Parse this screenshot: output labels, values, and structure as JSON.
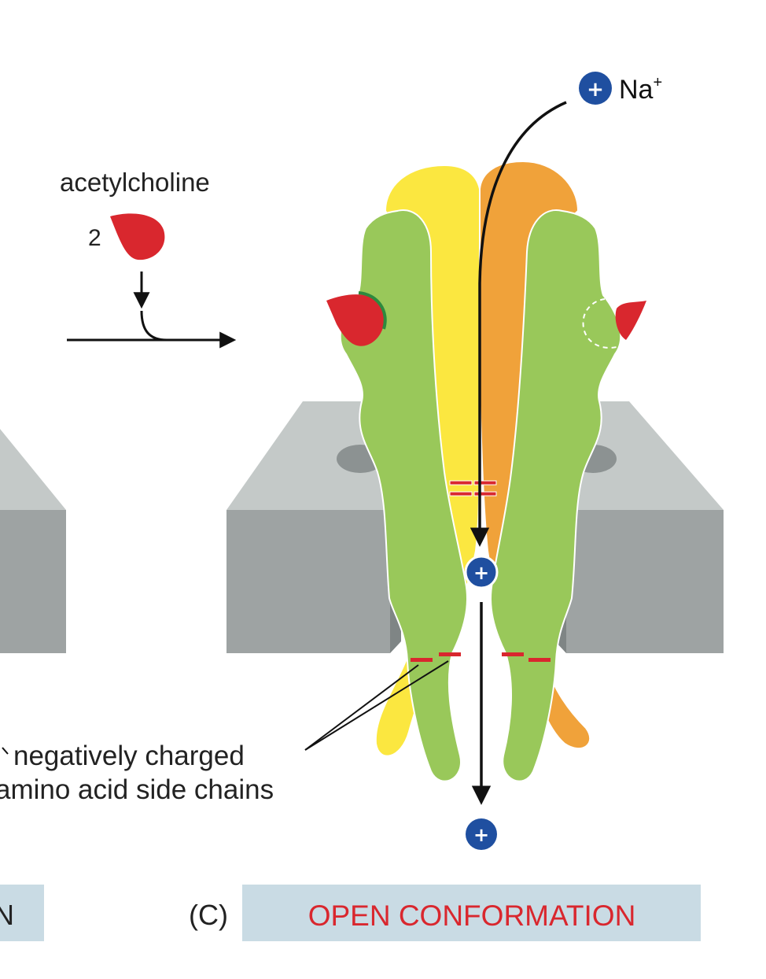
{
  "ligand": {
    "name": "acetylcholine",
    "count": "2"
  },
  "ion": {
    "symbol": "Na",
    "charge": "+"
  },
  "charge_symbols": {
    "positive": "+"
  },
  "annotation": {
    "line1": "negatively charged",
    "line2": "amino acid side chains"
  },
  "panel": {
    "letter": "(C)",
    "title": "OPEN CONFORMATION",
    "left_banner_fragment": "N"
  },
  "colors": {
    "green_subunit": "#99c85a",
    "yellow_subunit": "#fbe740",
    "orange_subunit": "#f0a23a",
    "acetylcholine": "#d9272e",
    "membrane_top": "#c4c9c8",
    "membrane_front": "#9ea3a3",
    "membrane_side": "#7f8585",
    "ion_blue": "#1f4fa0",
    "banner_bg": "#c9dbe4",
    "title_red": "#d9272e"
  }
}
